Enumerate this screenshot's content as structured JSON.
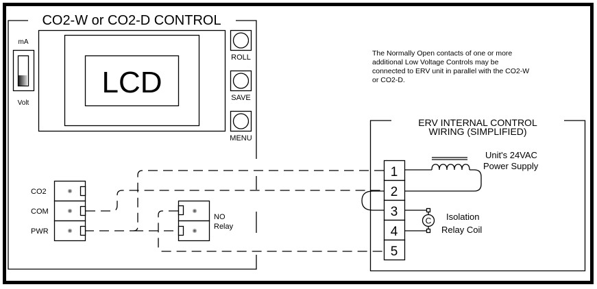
{
  "diagram": {
    "control_panel": {
      "title": "CO2-W or CO2-D CONTROL",
      "lcd_label": "LCD",
      "switch": {
        "top_label": "mA",
        "bottom_label": "Volt"
      },
      "buttons": [
        {
          "label": "ROLL"
        },
        {
          "label": "SAVE"
        },
        {
          "label": "MENU"
        }
      ],
      "terminals": [
        {
          "label": "CO2"
        },
        {
          "label": "COM"
        },
        {
          "label": "PWR"
        }
      ]
    },
    "relay": {
      "label_line1": "NO",
      "label_line2": "Relay"
    },
    "note": {
      "lines": [
        "The Normally Open contacts of one or more",
        "additional Low Voltage Controls may be",
        "connected to ERV unit in parallel with the CO2-W",
        "or CO2-D."
      ]
    },
    "erv": {
      "title_line1": "ERV INTERNAL CONTROL",
      "title_line2": "WIRING (SIMPLIFIED)",
      "terminals": [
        "1",
        "2",
        "3",
        "4",
        "5"
      ],
      "power_supply_line1": "Unit's 24VAC",
      "power_supply_line2": "Power Supply",
      "coil_symbol": "C",
      "coil_line1": "Isolation",
      "coil_line2": "Relay Coil"
    }
  }
}
